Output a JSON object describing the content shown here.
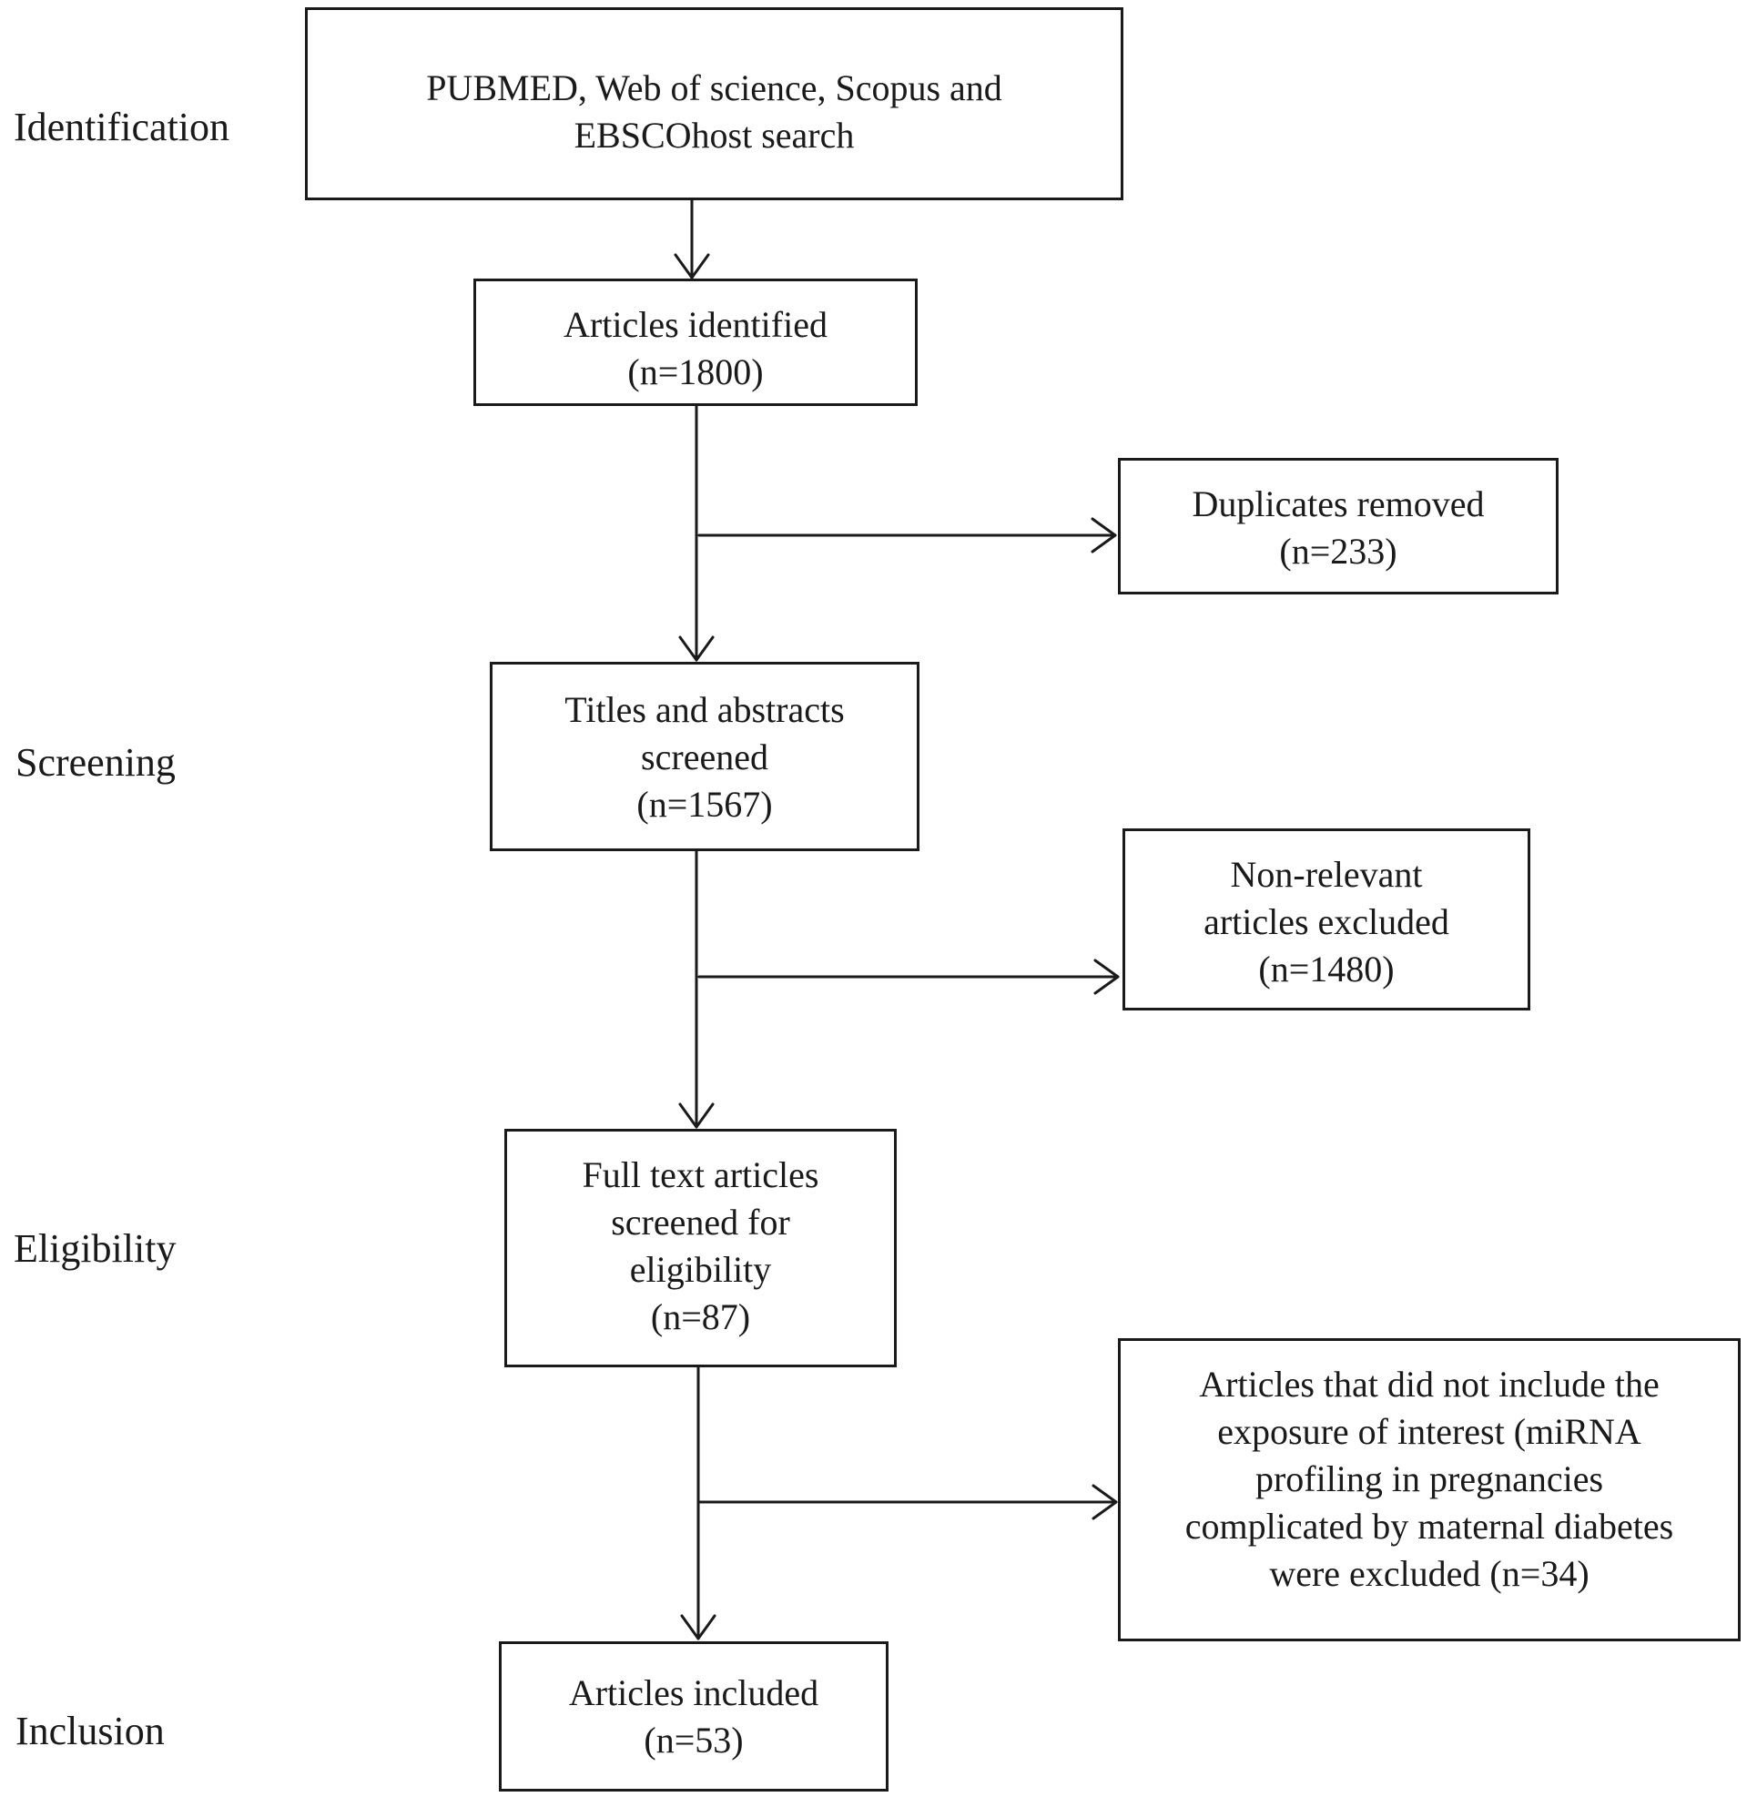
{
  "stages": {
    "identification": "Identification",
    "screening": "Screening",
    "eligibility": "Eligibility",
    "inclusion": "Inclusion"
  },
  "boxes": {
    "search": {
      "lines": [
        "PUBMED, Web of science, Scopus and",
        "EBSCOhost search"
      ]
    },
    "identified": {
      "lines": [
        "Articles identified",
        "(n=1800)"
      ]
    },
    "duplicates": {
      "lines": [
        "Duplicates removed",
        "(n=233)"
      ]
    },
    "screened": {
      "lines": [
        "Titles and abstracts",
        "screened",
        "(n=1567)"
      ]
    },
    "nonrelevant": {
      "lines": [
        "Non-relevant",
        "articles excluded",
        "(n=1480)"
      ]
    },
    "fulltext": {
      "lines": [
        "Full text articles",
        "screened for",
        "eligibility",
        "(n=87)"
      ]
    },
    "excluded": {
      "lines": [
        "Articles that did not include the",
        "exposure of interest (miRNA",
        "profiling in pregnancies",
        "complicated by maternal diabetes",
        "were excluded (n=34)"
      ]
    },
    "included": {
      "lines": [
        "Articles included",
        "(n=53)"
      ]
    }
  }
}
